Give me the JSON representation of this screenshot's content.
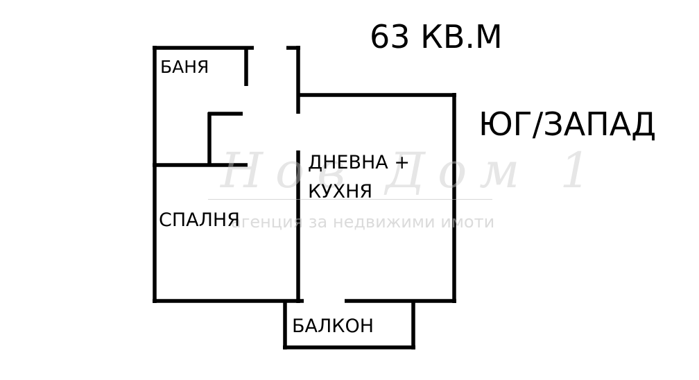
{
  "floorplan": {
    "area_label": "63 КВ.М",
    "orientation_label": "ЮГ/ЗАПАД",
    "rooms": [
      {
        "id": "bathroom",
        "label": "БАНЯ"
      },
      {
        "id": "bedroom",
        "label": "СПАЛНЯ"
      },
      {
        "id": "living-kitchen",
        "label_line1": "ДНЕВНА +",
        "label_line2": "КУХНЯ"
      },
      {
        "id": "balcony",
        "label": "БАЛКОН"
      }
    ]
  },
  "watermark": {
    "brand": "Нов Дом 1",
    "tagline": "агенция за недвижими имоти"
  },
  "colors": {
    "wall": "#000000",
    "background": "#ffffff",
    "watermark": "#d8d8d8"
  }
}
